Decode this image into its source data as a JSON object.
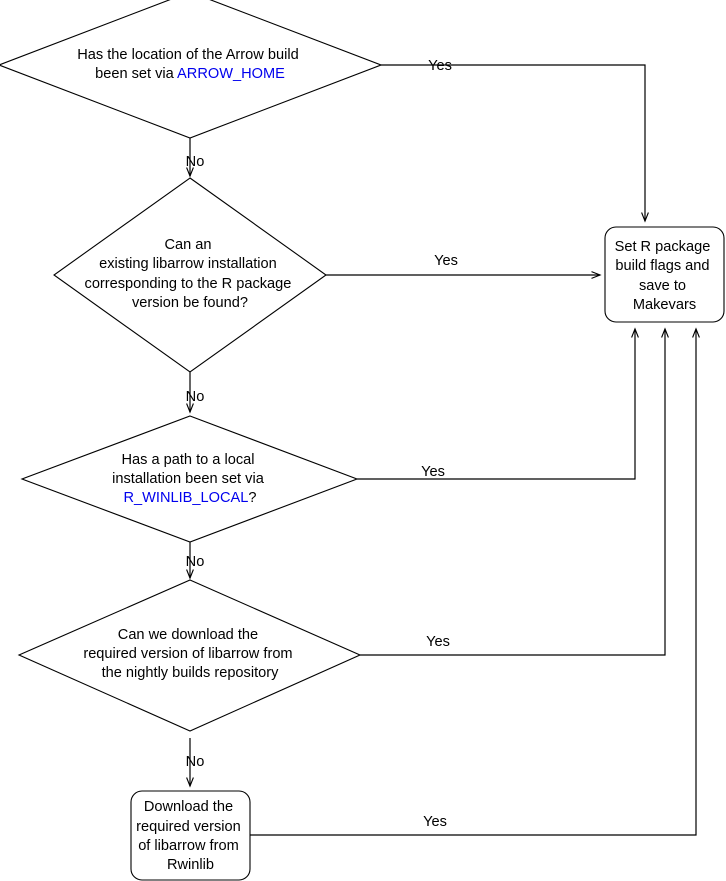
{
  "diagram": {
    "title": "Arrow R package libarrow build decision flowchart",
    "type": "flowchart",
    "colors": {
      "background": "#ffffff",
      "stroke": "#000000",
      "text": "#000000",
      "variable": "#0000ee"
    },
    "nodes": [
      {
        "id": "arrow-home",
        "shape": "diamond",
        "lines": [
          {
            "parts": [
              {
                "text": "Has the location of the Arrow build",
                "style": "plain"
              }
            ]
          },
          {
            "parts": [
              {
                "text": "been set via ",
                "style": "plain"
              },
              {
                "text": "ARROW_HOME",
                "style": "variable"
              }
            ]
          }
        ]
      },
      {
        "id": "existing-libarrow",
        "shape": "diamond",
        "lines": [
          {
            "parts": [
              {
                "text": "Can an",
                "style": "plain"
              }
            ]
          },
          {
            "parts": [
              {
                "text": "existing libarrow installation",
                "style": "plain"
              }
            ]
          },
          {
            "parts": [
              {
                "text": "corresponding to the R package",
                "style": "plain"
              }
            ]
          },
          {
            "parts": [
              {
                "text": "version be found?",
                "style": "plain"
              }
            ]
          }
        ]
      },
      {
        "id": "winlib-local",
        "shape": "diamond",
        "lines": [
          {
            "parts": [
              {
                "text": "Has a path to a local",
                "style": "plain"
              }
            ]
          },
          {
            "parts": [
              {
                "text": "installation been set via",
                "style": "plain"
              }
            ]
          },
          {
            "parts": [
              {
                "text": "R_WINLIB_LOCAL",
                "style": "variable"
              },
              {
                "text": "?",
                "style": "plain"
              }
            ]
          }
        ]
      },
      {
        "id": "nightly-builds",
        "shape": "diamond",
        "lines": [
          {
            "parts": [
              {
                "text": "Can we download the",
                "style": "plain"
              }
            ]
          },
          {
            "parts": [
              {
                "text": "required version of libarrow from",
                "style": "plain"
              }
            ]
          },
          {
            "parts": [
              {
                "text": "the nightly builds repository",
                "style": "plain"
              }
            ]
          }
        ]
      },
      {
        "id": "set-flags",
        "shape": "rounded-rect",
        "lines": [
          {
            "parts": [
              {
                "text": "Set R package",
                "style": "plain"
              }
            ]
          },
          {
            "parts": [
              {
                "text": "build flags and",
                "style": "plain"
              }
            ]
          },
          {
            "parts": [
              {
                "text": "save to",
                "style": "plain"
              }
            ]
          },
          {
            "parts": [
              {
                "text": "Makevars",
                "style": "plain"
              }
            ]
          }
        ]
      },
      {
        "id": "download-rwinlib",
        "shape": "rounded-rect",
        "lines": [
          {
            "parts": [
              {
                "text": "Download the",
                "style": "plain"
              }
            ]
          },
          {
            "parts": [
              {
                "text": "required version",
                "style": "plain"
              }
            ]
          },
          {
            "parts": [
              {
                "text": "of libarrow from",
                "style": "plain"
              }
            ]
          },
          {
            "parts": [
              {
                "text": "Rwinlib",
                "style": "plain"
              }
            ]
          }
        ]
      }
    ],
    "edge_labels": {
      "yes_arrow_home": "Yes",
      "no_arrow_home": "No",
      "yes_existing": "Yes",
      "no_existing": "No",
      "yes_winlib": "Yes",
      "no_winlib": "No",
      "yes_nightly": "Yes",
      "no_nightly": "No",
      "yes_rwinlib": "Yes"
    },
    "node_text": {
      "arrow_home_l1": "Has the location of the Arrow build",
      "arrow_home_l2_pre": "been set via ",
      "arrow_home_l2_var": "ARROW_HOME",
      "existing_l1": "Can an",
      "existing_l2": "existing libarrow installation",
      "existing_l3": "corresponding to the R package",
      "existing_l4": "version be found?",
      "winlib_l1": "Has a path to a local",
      "winlib_l2": "installation been set via",
      "winlib_l3_var": "R_WINLIB_LOCAL",
      "winlib_l3_post": "?",
      "nightly_l1": "Can we download the",
      "nightly_l2": "required version of libarrow from",
      "nightly_l3": "the nightly builds repository",
      "setflags_l1": "Set R package",
      "setflags_l2": "build flags and",
      "setflags_l3": "save to",
      "setflags_l4": "Makevars",
      "download_l1": "Download the",
      "download_l2": "required version",
      "download_l3": "of libarrow from",
      "download_l4": "Rwinlib"
    }
  }
}
